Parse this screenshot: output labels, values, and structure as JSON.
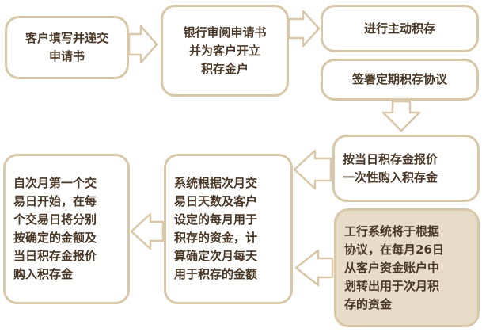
{
  "nodes": {
    "apply": "客户填写并递交\n申请书",
    "bank_review": "银行审阅申请书\n并为客户开立\n积存金户",
    "active_save": "进行主动积存",
    "regular_agreement": "签署定期积存协议",
    "one_time_buy": "按当日积存金报价\n一次性购入积存金",
    "icbc_transfer": "工行系统将于根据\n协议，在每月26日\n从客户资金账户中\n划转出用于次月积\n存的资金",
    "system_calc": "系统根据次月交\n易日天数及客户\n设定的每月用于\n积存的资金，计\n算确定次月每天\n用于积存的金额",
    "daily_buy": "自次月第一个交\n易日开始，在每\n个交易日将分别\n按确定的金额及\n当日积存金报价\n购入积存金"
  }
}
